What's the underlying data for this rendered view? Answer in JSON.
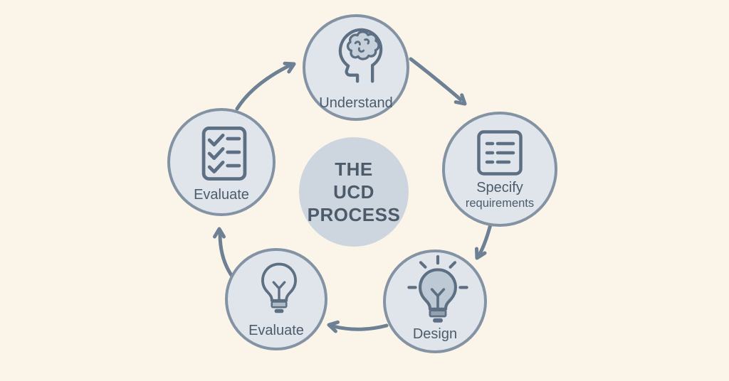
{
  "diagram": {
    "title": {
      "line1": "THE",
      "line2": "UCD",
      "line3": "PROCESS"
    },
    "nodes": [
      {
        "id": "understand",
        "label": "Understand",
        "icon": "brain-in-head-icon"
      },
      {
        "id": "specify-requirements",
        "label": "Specify",
        "label_line2": "requirements",
        "icon": "requirements-list-icon"
      },
      {
        "id": "design",
        "label": "Design",
        "icon": "lightbulb-rays-icon"
      },
      {
        "id": "evaluate-prototype",
        "label": "Evaluate",
        "icon": "lightbulb-icon"
      },
      {
        "id": "evaluate-checklist",
        "label": "Evaluate",
        "icon": "checklist-icon"
      }
    ],
    "arrows": [
      {
        "from": "evaluate-checklist",
        "to": "understand"
      },
      {
        "from": "understand",
        "to": "specify-requirements"
      },
      {
        "from": "specify-requirements",
        "to": "design"
      },
      {
        "from": "design",
        "to": "evaluate-prototype"
      },
      {
        "from": "evaluate-prototype",
        "to": "evaluate-checklist"
      }
    ],
    "colors": {
      "background": "#faf4e9",
      "node_fill": "#dfe5ea",
      "node_border": "#8493a4",
      "center_circle_fill": "#cdd6de",
      "arrow": "#6e8093",
      "icon_stroke": "#5d6f82",
      "icon_fill_accent": "#c6d1db",
      "bulb_fill": "#bdc9d4",
      "text": "#4c5b6b"
    }
  }
}
